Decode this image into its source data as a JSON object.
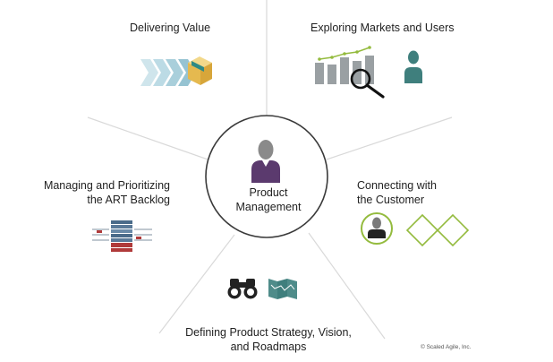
{
  "center": {
    "line1": "Product",
    "line2": "Management"
  },
  "sections": {
    "delivering": "Delivering Value",
    "exploring": "Exploring Markets and Users",
    "managing": {
      "line1": "Managing and Prioritizing",
      "line2": "the ART Backlog"
    },
    "connecting": {
      "line1": "Connecting with",
      "line2": "the Customer"
    },
    "defining": {
      "line1": "Defining Product Strategy, Vision,",
      "line2": "and Roadmaps"
    }
  },
  "copyright": "© Scaled Agile, Inc.",
  "colors": {
    "purple": "#5b3a6e",
    "gray_person": "#8a8a8a",
    "teal": "#3f7f7d",
    "chevron": "#a9cfd9",
    "green": "#94bb3e",
    "box": "#e8c46a",
    "lines": "#d8d8d8"
  }
}
